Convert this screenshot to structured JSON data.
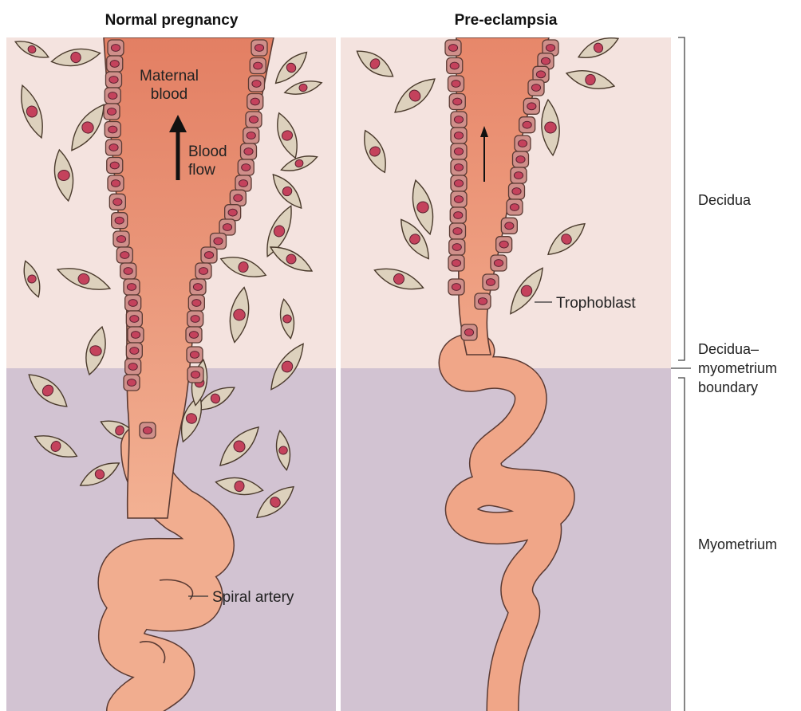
{
  "panels": {
    "normal_title": "Normal pregnancy",
    "pre_title": "Pre-eclampsia"
  },
  "labels": {
    "maternal_blood": [
      "Maternal",
      "blood"
    ],
    "blood_flow": [
      "Blood",
      "flow"
    ],
    "spiral_artery": "Spiral artery",
    "trophoblast": "Trophoblast"
  },
  "layers": {
    "decidua": "Decidua",
    "boundary": [
      "Decidua–",
      "myometrium",
      "boundary"
    ],
    "myometrium": "Myometrium"
  },
  "colors": {
    "decidua": "#f4e3df",
    "myometrium": "#d2c3d2",
    "vessel_dark": "#e58a6e",
    "vessel_light": "#f1ad8f",
    "cell_body": "#ddd1bd",
    "nucleus": "#c4425c",
    "endothelium": "#cf8f8a"
  },
  "icons": [
    "trophoblast-cell-icon",
    "endothelial-cell-icon",
    "flow-arrow-icon"
  ]
}
